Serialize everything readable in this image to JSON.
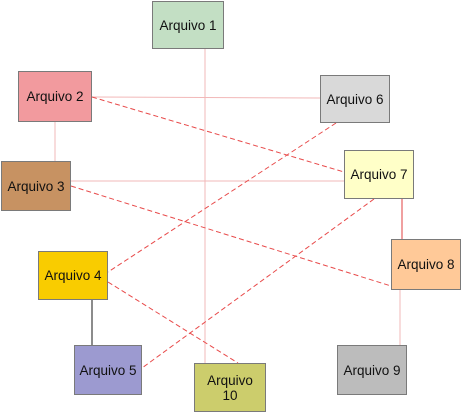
{
  "diagram": {
    "nodes": [
      {
        "id": "n1",
        "label": "Arquivo 1",
        "color": "#c3dfc4"
      },
      {
        "id": "n2",
        "label": "Arquivo 2",
        "color": "#f29a9e"
      },
      {
        "id": "n3",
        "label": "Arquivo 3",
        "color": "#c79262"
      },
      {
        "id": "n4",
        "label": "Arquivo 4",
        "color": "#f9cc00"
      },
      {
        "id": "n5",
        "label": "Arquivo 5",
        "color": "#9c9ad0"
      },
      {
        "id": "n6",
        "label": "Arquivo 6",
        "color": "#d9d9d9"
      },
      {
        "id": "n7",
        "label": "Arquivo 7",
        "color": "#ffffc8"
      },
      {
        "id": "n8",
        "label": "Arquivo 8",
        "color": "#ffc998"
      },
      {
        "id": "n9",
        "label": "Arquivo 9",
        "color": "#bcbcbc"
      },
      {
        "id": "n10",
        "label": "Arquivo\n10",
        "color": "#cccd6c"
      }
    ],
    "edges": [
      {
        "from": "n1",
        "to": "n10",
        "style": "light-solid"
      },
      {
        "from": "n2",
        "to": "n6",
        "style": "light-solid"
      },
      {
        "from": "n2",
        "to": "n7",
        "style": "dashed"
      },
      {
        "from": "n2",
        "to": "n3",
        "style": "light-solid"
      },
      {
        "from": "n3",
        "to": "n7",
        "style": "light-solid"
      },
      {
        "from": "n3",
        "to": "n8",
        "style": "dashed"
      },
      {
        "from": "n6",
        "to": "n4",
        "style": "dashed"
      },
      {
        "from": "n7",
        "to": "n5",
        "style": "dashed"
      },
      {
        "from": "n7",
        "to": "n8",
        "style": "red-solid"
      },
      {
        "from": "n4",
        "to": "n10",
        "style": "dashed"
      },
      {
        "from": "n4",
        "to": "n5",
        "style": "dark-solid"
      },
      {
        "from": "n8",
        "to": "n9",
        "style": "light-solid"
      }
    ],
    "colors": {
      "light_line": "#f2b8b8",
      "dashed_line": "#e84a4a",
      "red_line": "#e04040",
      "dark_line": "#1a1a1a",
      "node_border": "#7a7a7a"
    }
  }
}
